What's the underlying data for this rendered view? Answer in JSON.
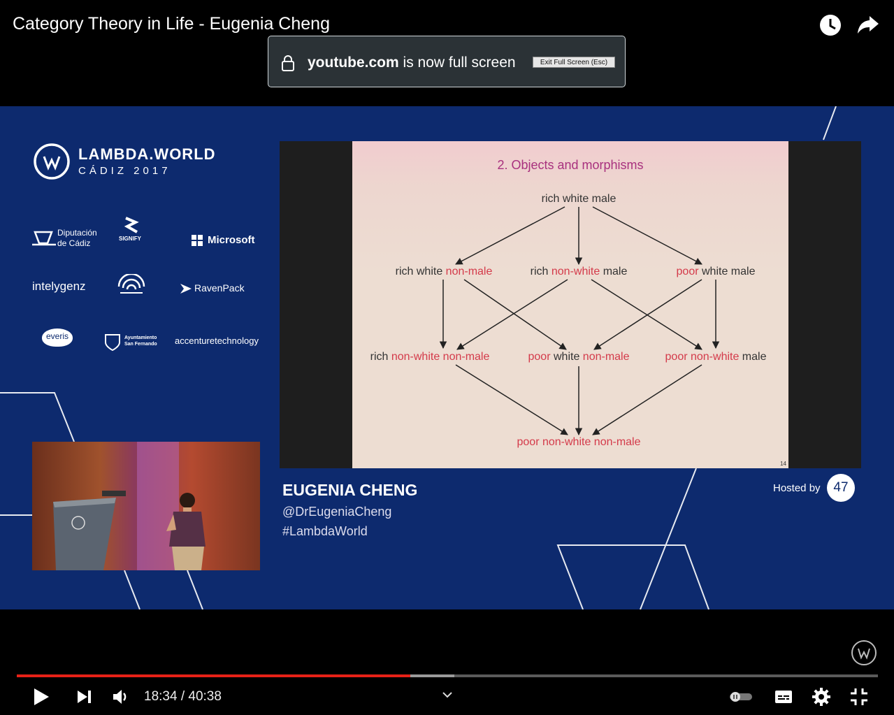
{
  "window": {
    "title": "Category Theory in Life - Eugenia Cheng"
  },
  "top_icons": [
    "watch-later-icon",
    "share-icon"
  ],
  "fullscreen_notice": {
    "domain": "youtube.com",
    "message": " is now full screen",
    "exit_button": "Exit Full Screen (Esc)"
  },
  "video": {
    "event": {
      "name": "LAMBDA.WORLD",
      "location": "CÁDIZ 2017"
    },
    "sponsors": {
      "diputacion_1": "Diputación",
      "diputacion_2": "de Cádiz",
      "signify": "SIGNIFY",
      "microsoft": "Microsoft",
      "intelygenz": "intelygenz",
      "ravenpack": "RavenPack",
      "everis": "everis",
      "ayuntamiento_1": "Ayuntamiento",
      "ayuntamiento_2": "San Fernando",
      "accenture": "accenturetechnology"
    },
    "slide": {
      "title": "2.  Objects and morphisms",
      "number": "14",
      "nodes": {
        "top": "rich white male",
        "mid_left_a": "rich white ",
        "mid_left_b": "non-male",
        "mid_center_a": "rich ",
        "mid_center_b": "non-white",
        "mid_center_c": " male",
        "mid_right_a": "poor",
        "mid_right_b": " white male",
        "low_left_a": "rich ",
        "low_left_b": "non-white non-male",
        "low_center_a": "poor",
        "low_center_b": " white ",
        "low_center_c": "non-male",
        "low_right_a": "poor non-white",
        "low_right_b": " male",
        "bottom": "poor non-white non-male"
      }
    },
    "speaker": {
      "name": "EUGENIA CHENG",
      "handle": "@DrEugeniaCheng",
      "hashtag": "#LambdaWorld"
    },
    "hosted_by": "Hosted by",
    "host_logo": "47"
  },
  "player": {
    "current_time": "18:34",
    "duration": "40:38",
    "time_display": "18:34 / 40:38",
    "played_fraction": 0.457,
    "buffered_fraction": 0.508
  },
  "controls": [
    "play-icon",
    "next-icon",
    "volume-icon",
    "chevron-down-icon",
    "autoplay-toggle",
    "subtitles-icon",
    "settings-icon",
    "exit-fullscreen-icon"
  ]
}
